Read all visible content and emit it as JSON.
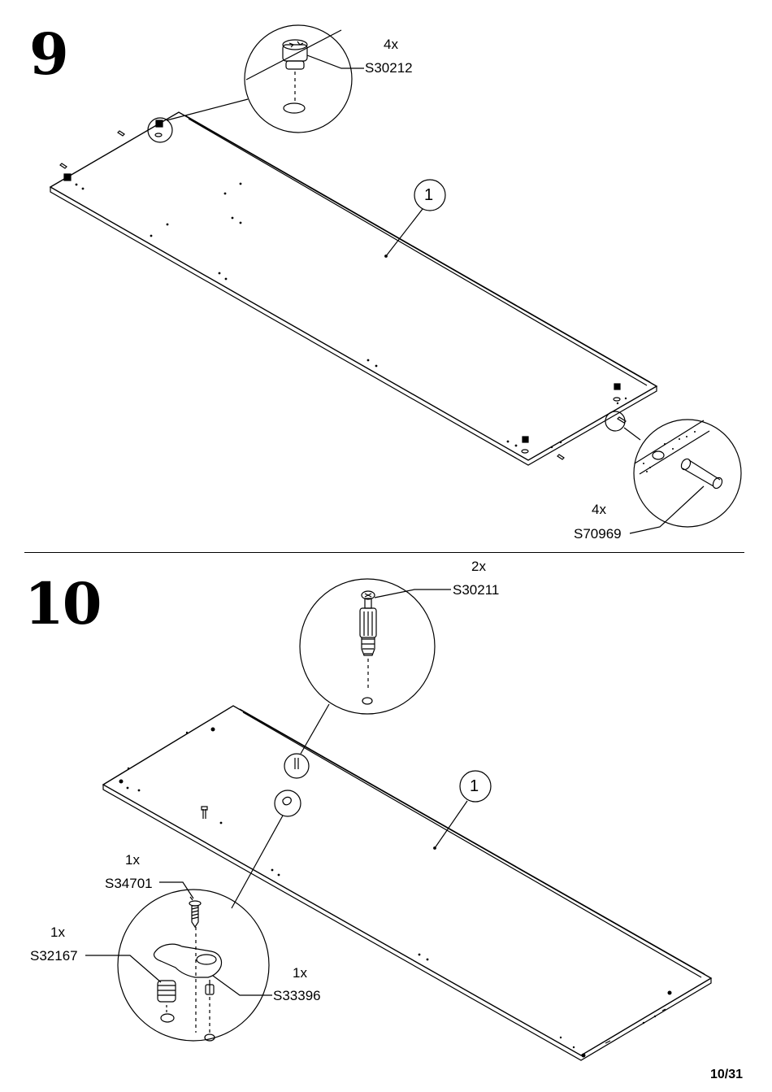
{
  "page": {
    "number": "10/31"
  },
  "step9": {
    "number": "9",
    "part_label": "1",
    "hardware": [
      {
        "qty": "4x",
        "code": "S30212"
      },
      {
        "qty": "4x",
        "code": "S70969"
      }
    ]
  },
  "step10": {
    "number": "10",
    "part_label": "1",
    "hardware": [
      {
        "qty": "2x",
        "code": "S30211"
      },
      {
        "qty": "1x",
        "code": "S34701"
      },
      {
        "qty": "1x",
        "code": "S32167"
      },
      {
        "qty": "1x",
        "code": "S33396"
      }
    ]
  }
}
